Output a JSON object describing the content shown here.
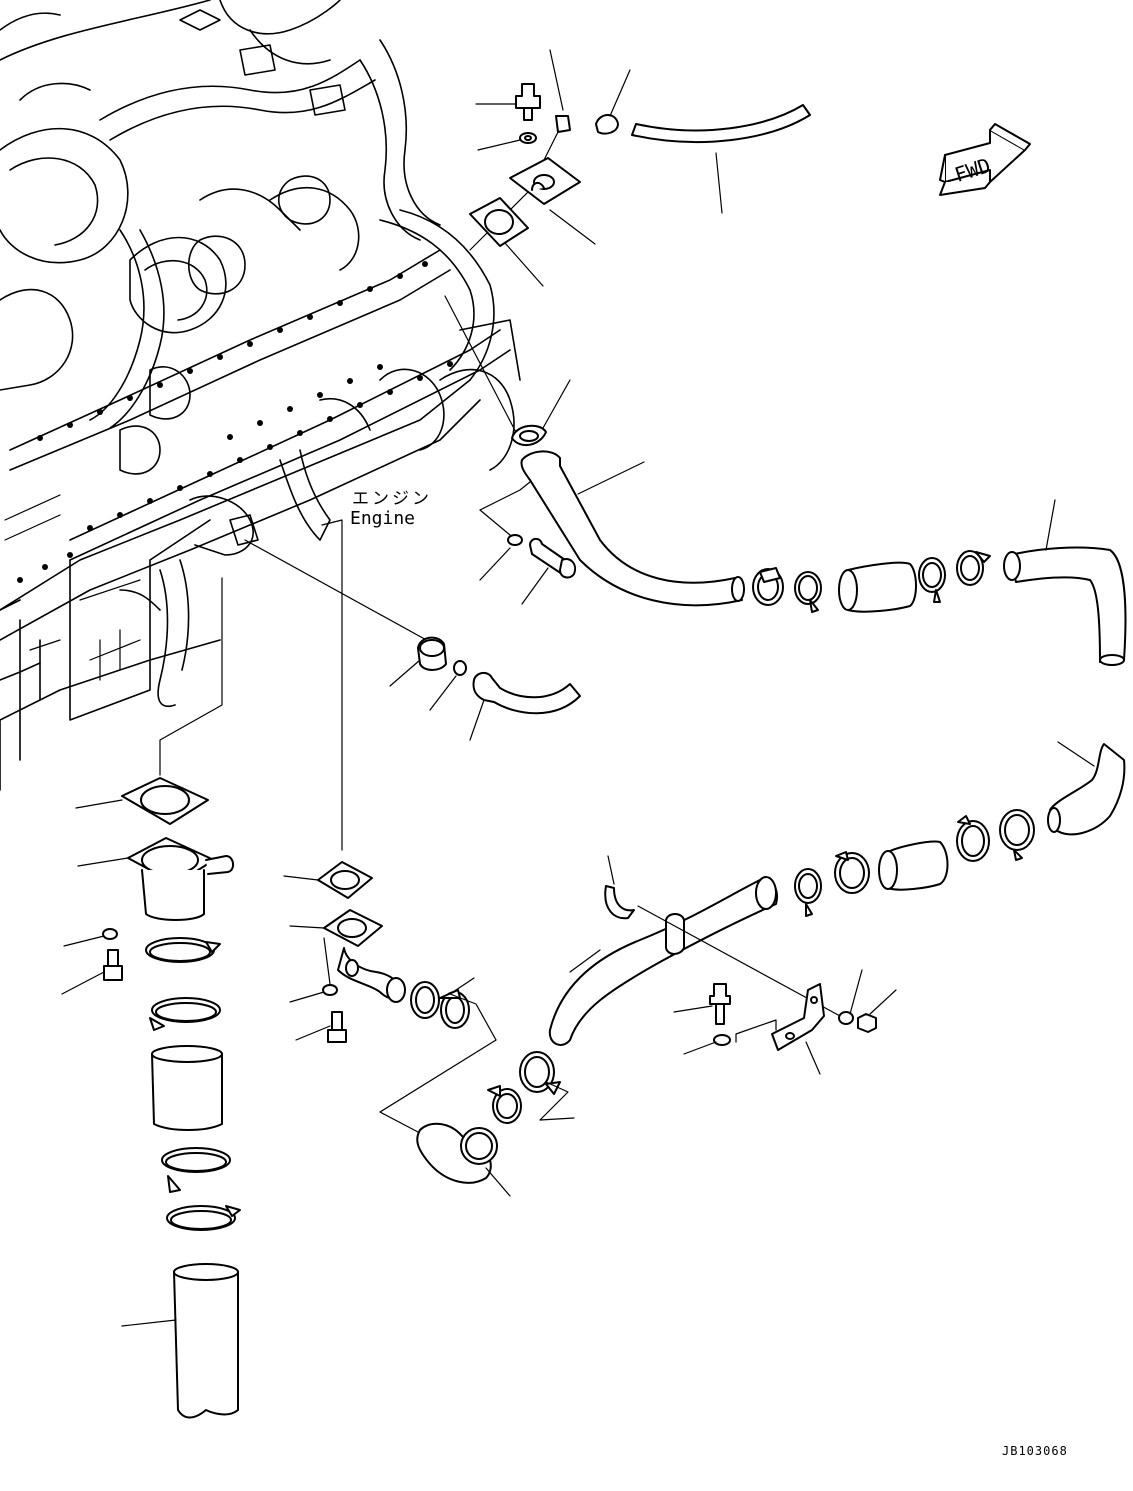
{
  "diagram": {
    "engine_label_ja": "エンジン",
    "engine_label_en": "Engine",
    "fwd_label": "FWD",
    "document_id": "JB103068"
  }
}
